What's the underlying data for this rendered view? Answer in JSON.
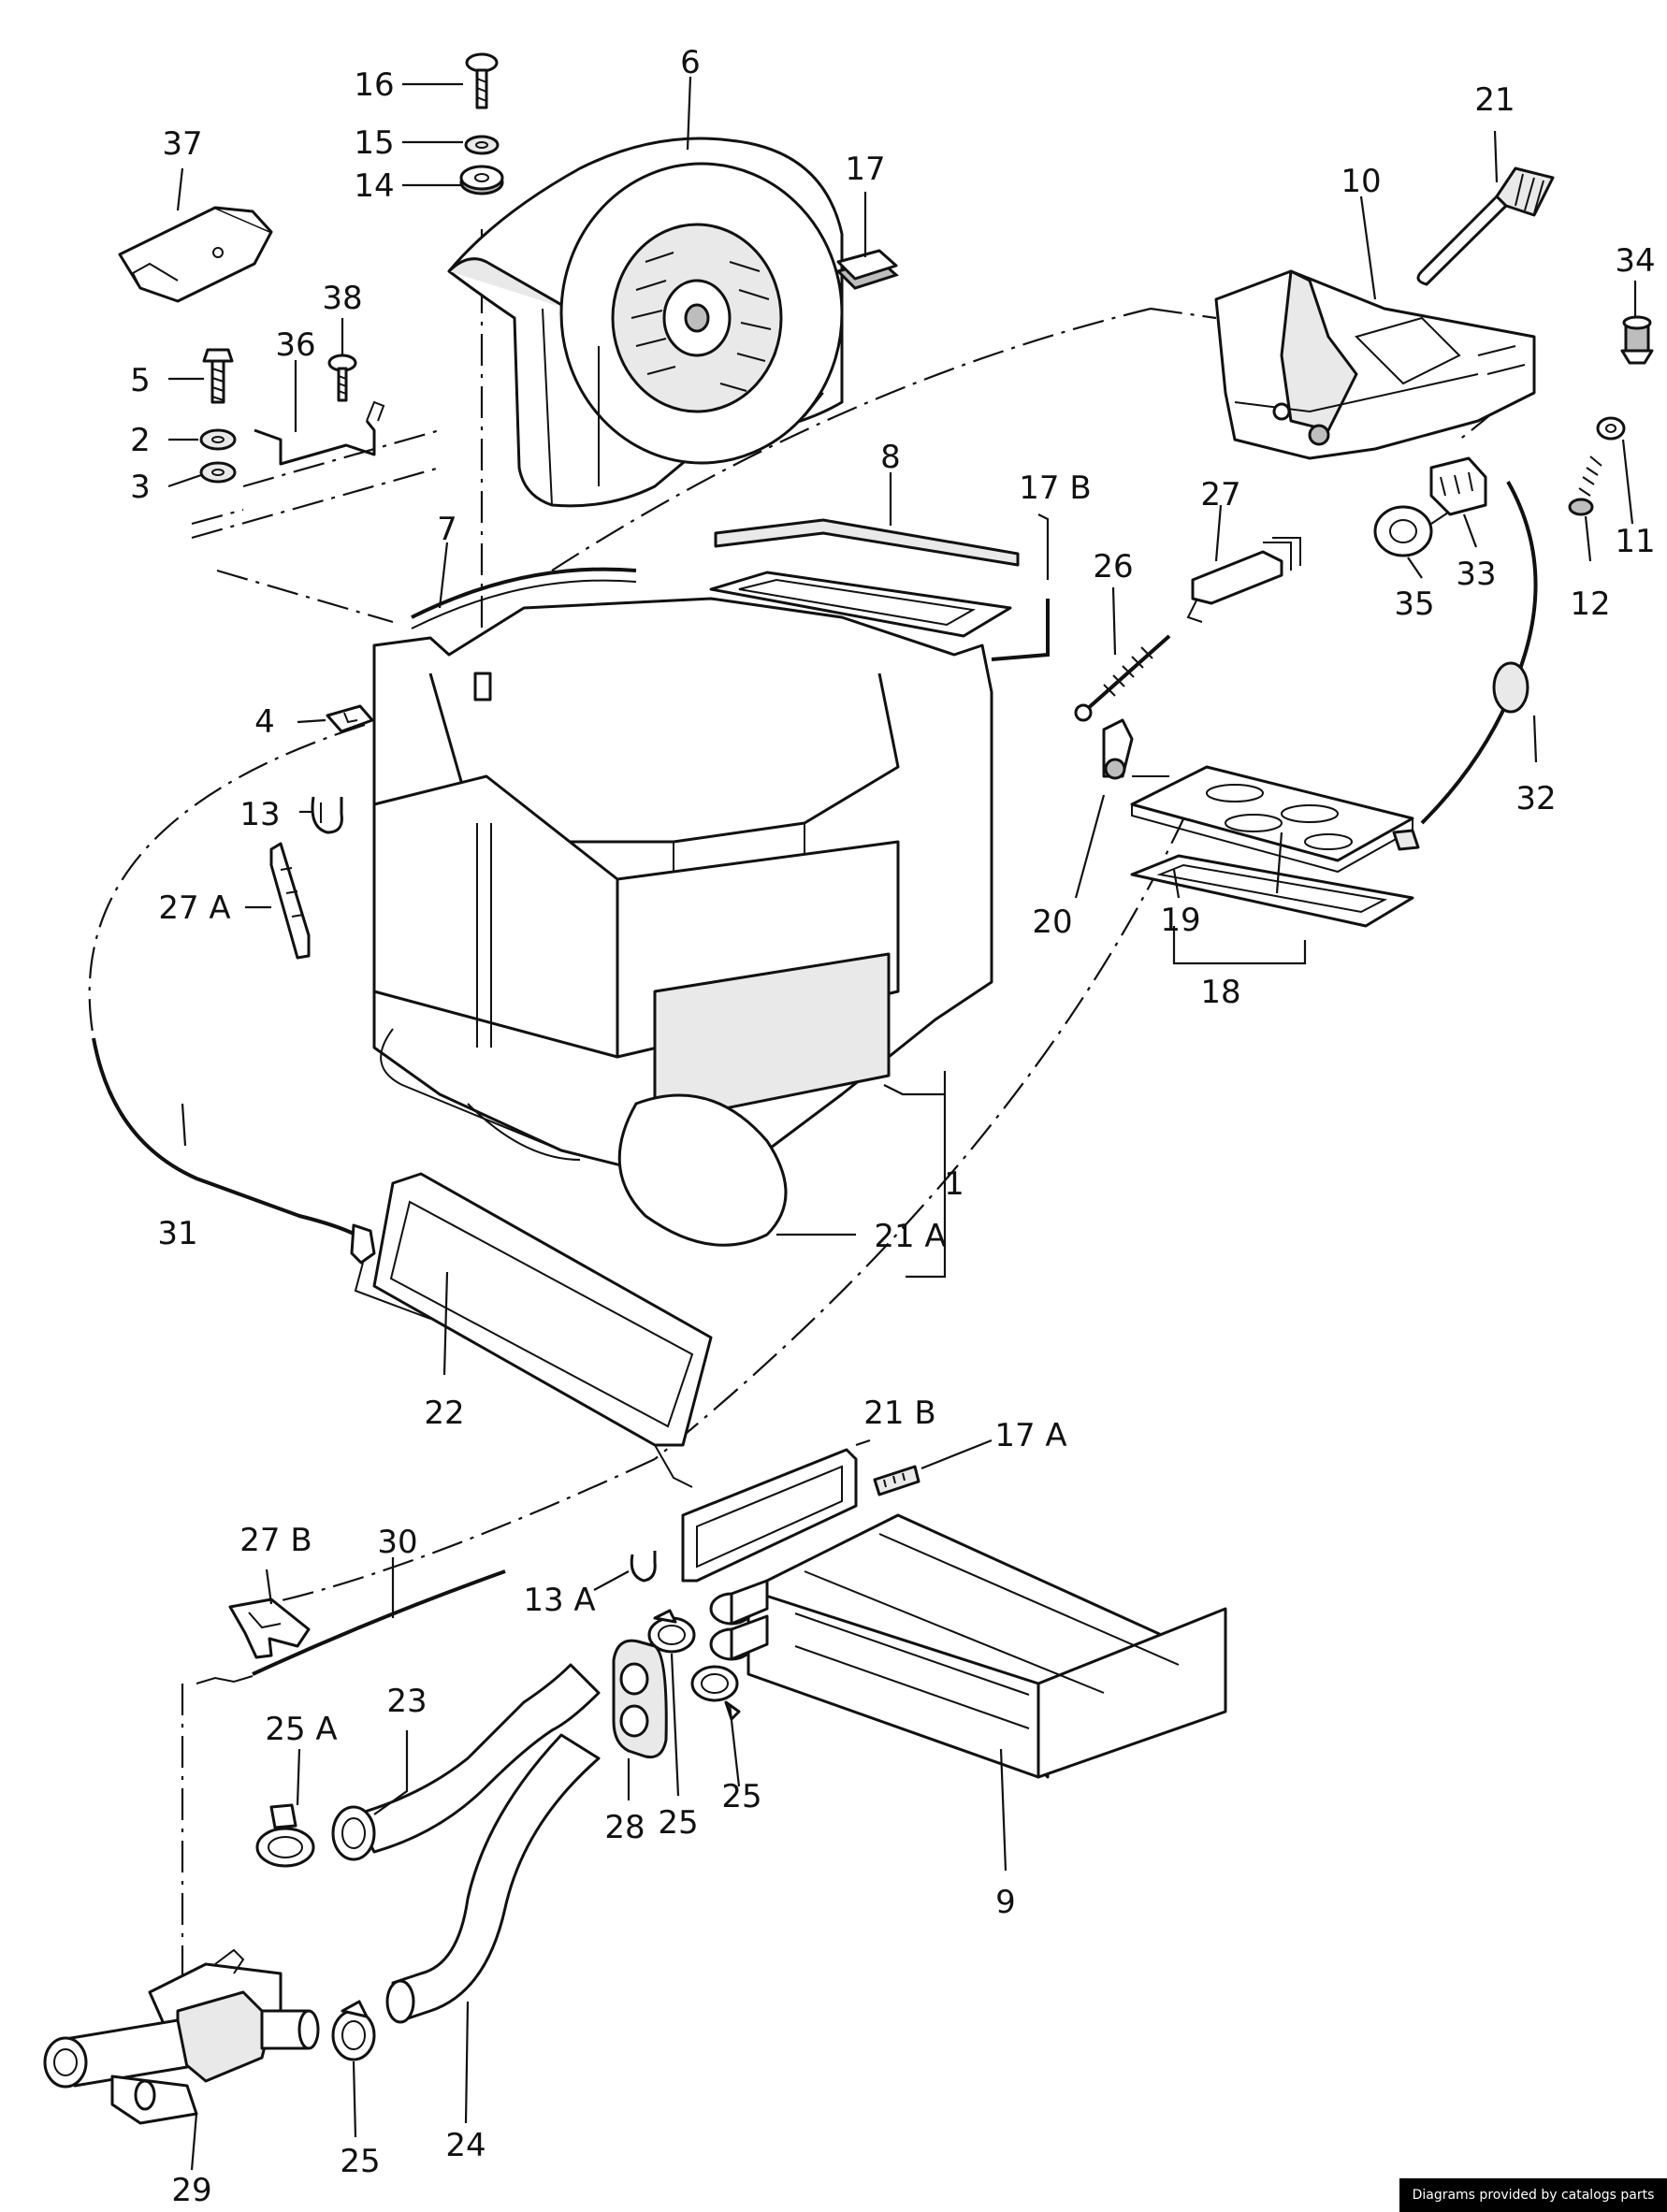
{
  "callouts": [
    {
      "id": "p1",
      "text": "1"
    },
    {
      "id": "p2",
      "text": "2"
    },
    {
      "id": "p3",
      "text": "3"
    },
    {
      "id": "p4",
      "text": "4"
    },
    {
      "id": "p5",
      "text": "5"
    },
    {
      "id": "p6",
      "text": "6"
    },
    {
      "id": "p7",
      "text": "7"
    },
    {
      "id": "p8",
      "text": "8"
    },
    {
      "id": "p9",
      "text": "9"
    },
    {
      "id": "p10",
      "text": "10"
    },
    {
      "id": "p11",
      "text": "11"
    },
    {
      "id": "p12",
      "text": "12"
    },
    {
      "id": "p13",
      "text": "13"
    },
    {
      "id": "p13a",
      "text": "13 A"
    },
    {
      "id": "p14",
      "text": "14"
    },
    {
      "id": "p15",
      "text": "15"
    },
    {
      "id": "p16",
      "text": "16"
    },
    {
      "id": "p17",
      "text": "17"
    },
    {
      "id": "p17a",
      "text": "17 A"
    },
    {
      "id": "p17b",
      "text": "17 B"
    },
    {
      "id": "p18",
      "text": "18"
    },
    {
      "id": "p19",
      "text": "19"
    },
    {
      "id": "p20",
      "text": "20"
    },
    {
      "id": "p21",
      "text": "21"
    },
    {
      "id": "p21a",
      "text": "21 A"
    },
    {
      "id": "p21b",
      "text": "21 B"
    },
    {
      "id": "p22",
      "text": "22"
    },
    {
      "id": "p23",
      "text": "23"
    },
    {
      "id": "p24",
      "text": "24"
    },
    {
      "id": "p25a",
      "text": "25"
    },
    {
      "id": "p25b",
      "text": "25"
    },
    {
      "id": "p25c",
      "text": "25"
    },
    {
      "id": "p25A",
      "text": "25 A"
    },
    {
      "id": "p26",
      "text": "26"
    },
    {
      "id": "p27",
      "text": "27"
    },
    {
      "id": "p27a",
      "text": "27 A"
    },
    {
      "id": "p27b",
      "text": "27 B"
    },
    {
      "id": "p28",
      "text": "28"
    },
    {
      "id": "p29",
      "text": "29"
    },
    {
      "id": "p30",
      "text": "30"
    },
    {
      "id": "p31",
      "text": "31"
    },
    {
      "id": "p32",
      "text": "32"
    },
    {
      "id": "p33",
      "text": "33"
    },
    {
      "id": "p34",
      "text": "34"
    },
    {
      "id": "p35",
      "text": "35"
    },
    {
      "id": "p36",
      "text": "36"
    },
    {
      "id": "p37",
      "text": "37"
    },
    {
      "id": "p38",
      "text": "38"
    }
  ],
  "credit": "Diagrams provided by catalogs parts"
}
